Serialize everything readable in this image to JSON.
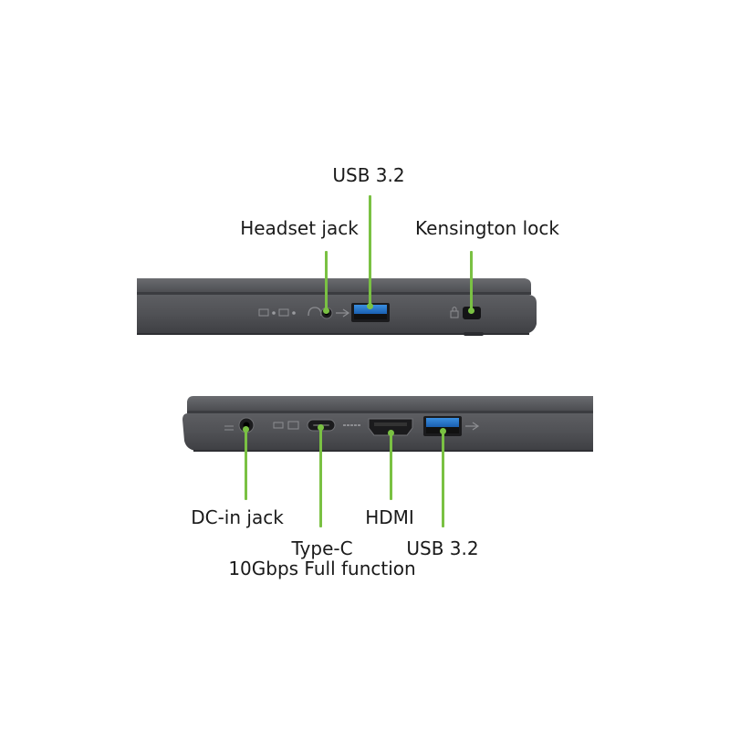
{
  "colors": {
    "accent": "#7ac143",
    "chassis": "#4a4b4f",
    "usb_blue": "#1e73c8"
  },
  "top_view": {
    "labels": {
      "usb": "USB 3.2",
      "headset": "Headset jack",
      "kensington": "Kensington lock"
    }
  },
  "bottom_view": {
    "labels": {
      "dc_in": "DC-in jack",
      "type_c_line1": "Type-C",
      "type_c_line2": "10Gbps Full function",
      "hdmi": "HDMI",
      "usb": "USB 3.2"
    }
  }
}
